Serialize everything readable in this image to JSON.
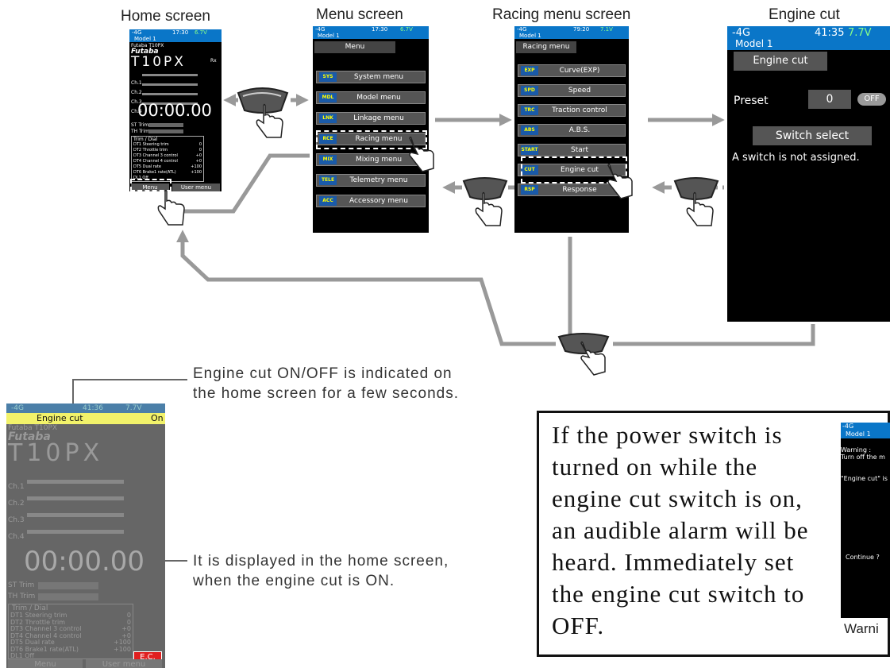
{
  "captions": {
    "home": "Home screen",
    "menu": "Menu screen",
    "racing": "Racing menu screen",
    "engine": "Engine cut"
  },
  "home_screen": {
    "signal": "-4G",
    "time": "17:30",
    "battery": "6.7V",
    "model": "Model 1",
    "brand_small": "Futaba T10PX",
    "brand": "Futaba",
    "product": "T10PX",
    "rx": "Rx",
    "channels": [
      "Ch.1",
      "Ch.2",
      "Ch.3",
      "Ch.4"
    ],
    "timer": "00:00.00",
    "st_trim": "ST Trim",
    "th_trim": "TH Trim",
    "trim_dial": "Trim / Dial",
    "dials": [
      {
        "name": "DT1  Steering trim",
        "val": "0"
      },
      {
        "name": "DT2  Throttle trim",
        "val": "0"
      },
      {
        "name": "DT3  Channel 3 control",
        "val": "+0"
      },
      {
        "name": "DT4  Channel 4 control",
        "val": "+0"
      },
      {
        "name": "DT5  Dual rate",
        "val": "+100"
      },
      {
        "name": "DT6  Brake1 rate(ATL)",
        "val": "+100"
      },
      {
        "name": "DL1  Off",
        "val": ""
      }
    ],
    "menu_btn": "Menu",
    "user_btn": "User menu"
  },
  "menu_screen": {
    "signal": "-4G",
    "time": "17:30",
    "battery": "6.7V",
    "model": "Model 1",
    "title": "Menu",
    "items": [
      {
        "icon": "SYS",
        "label": "System menu"
      },
      {
        "icon": "MDL",
        "label": "Model menu"
      },
      {
        "icon": "LNK",
        "label": "Linkage menu"
      },
      {
        "icon": "RCE",
        "label": "Racing menu"
      },
      {
        "icon": "MIX",
        "label": "Mixing menu"
      },
      {
        "icon": "TELE",
        "label": "Telemetry menu"
      },
      {
        "icon": "ACC",
        "label": "Accessory menu"
      }
    ]
  },
  "racing_screen": {
    "signal": "-4G",
    "time": "79:20",
    "battery": "7.1V",
    "model": "Model 1",
    "title": "Racing menu",
    "items": [
      {
        "icon": "EXP",
        "label": "Curve(EXP)"
      },
      {
        "icon": "SPD",
        "label": "Speed"
      },
      {
        "icon": "TRC",
        "label": "Traction control"
      },
      {
        "icon": "ABS",
        "label": "A.B.S."
      },
      {
        "icon": "START",
        "label": "Start"
      },
      {
        "icon": "CUT",
        "label": "Engine cut"
      },
      {
        "icon": "RSP",
        "label": "Response"
      }
    ]
  },
  "engine_screen": {
    "signal": "-4G",
    "time": "41:35",
    "battery": "7.7V",
    "model": "Model 1",
    "title": "Engine cut",
    "preset_label": "Preset",
    "preset_value": "0",
    "preset_state": "OFF",
    "switch_btn": "Switch select",
    "message": "A switch is not assigned."
  },
  "home_faded": {
    "signal": "-4G",
    "time": "41:36",
    "battery": "7.7V",
    "banner": "Engine cut",
    "banner_state": "On",
    "brand_small": "Futaba T10PX",
    "brand": "Futaba",
    "product": "T10PX",
    "timer": "00:00.00",
    "channels": [
      "Ch.1",
      "Ch.2",
      "Ch.3",
      "Ch.4"
    ],
    "st_trim": "ST Trim",
    "th_trim": "TH Trim",
    "trim_dial": "Trim / Dial",
    "dials": [
      {
        "name": "DT1  Steering trim",
        "val": "0"
      },
      {
        "name": "DT2  Throttle trim",
        "val": "0"
      },
      {
        "name": "DT3  Channel 3 control",
        "val": "+0"
      },
      {
        "name": "DT4  Channel 4 control",
        "val": "+0"
      },
      {
        "name": "DT5  Dual rate",
        "val": "+100"
      },
      {
        "name": "DT6  Brake1 rate(ATL)",
        "val": "+100"
      },
      {
        "name": "DL1  Off",
        "val": ""
      }
    ],
    "ec_badge": "E.C.",
    "menu_btn": "Menu",
    "user_btn": "User menu"
  },
  "notes": {
    "note1": "Engine cut ON/OFF is indicated on the home screen for a few seconds.",
    "note2": "It is displayed in the home screen, when the engine cut is ON."
  },
  "warning_box": {
    "text": "If the power switch is turned on while the engine cut switch is on, an audible alarm will be heard. Immediately set the engine cut switch to OFF.",
    "thumb_signal": "-4G",
    "thumb_model": "Model 1",
    "thumb_warning": "Warning :",
    "thumb_line2": "Turn off the m",
    "thumb_line3": "\"Engine cut\" is",
    "thumb_continue": "Continue ?",
    "thumb_caption": "Warni"
  },
  "colors": {
    "status_bar": "#0a76c8",
    "arrow": "#999999",
    "banner": "#f2f26a",
    "ec_badge": "#e02020"
  }
}
